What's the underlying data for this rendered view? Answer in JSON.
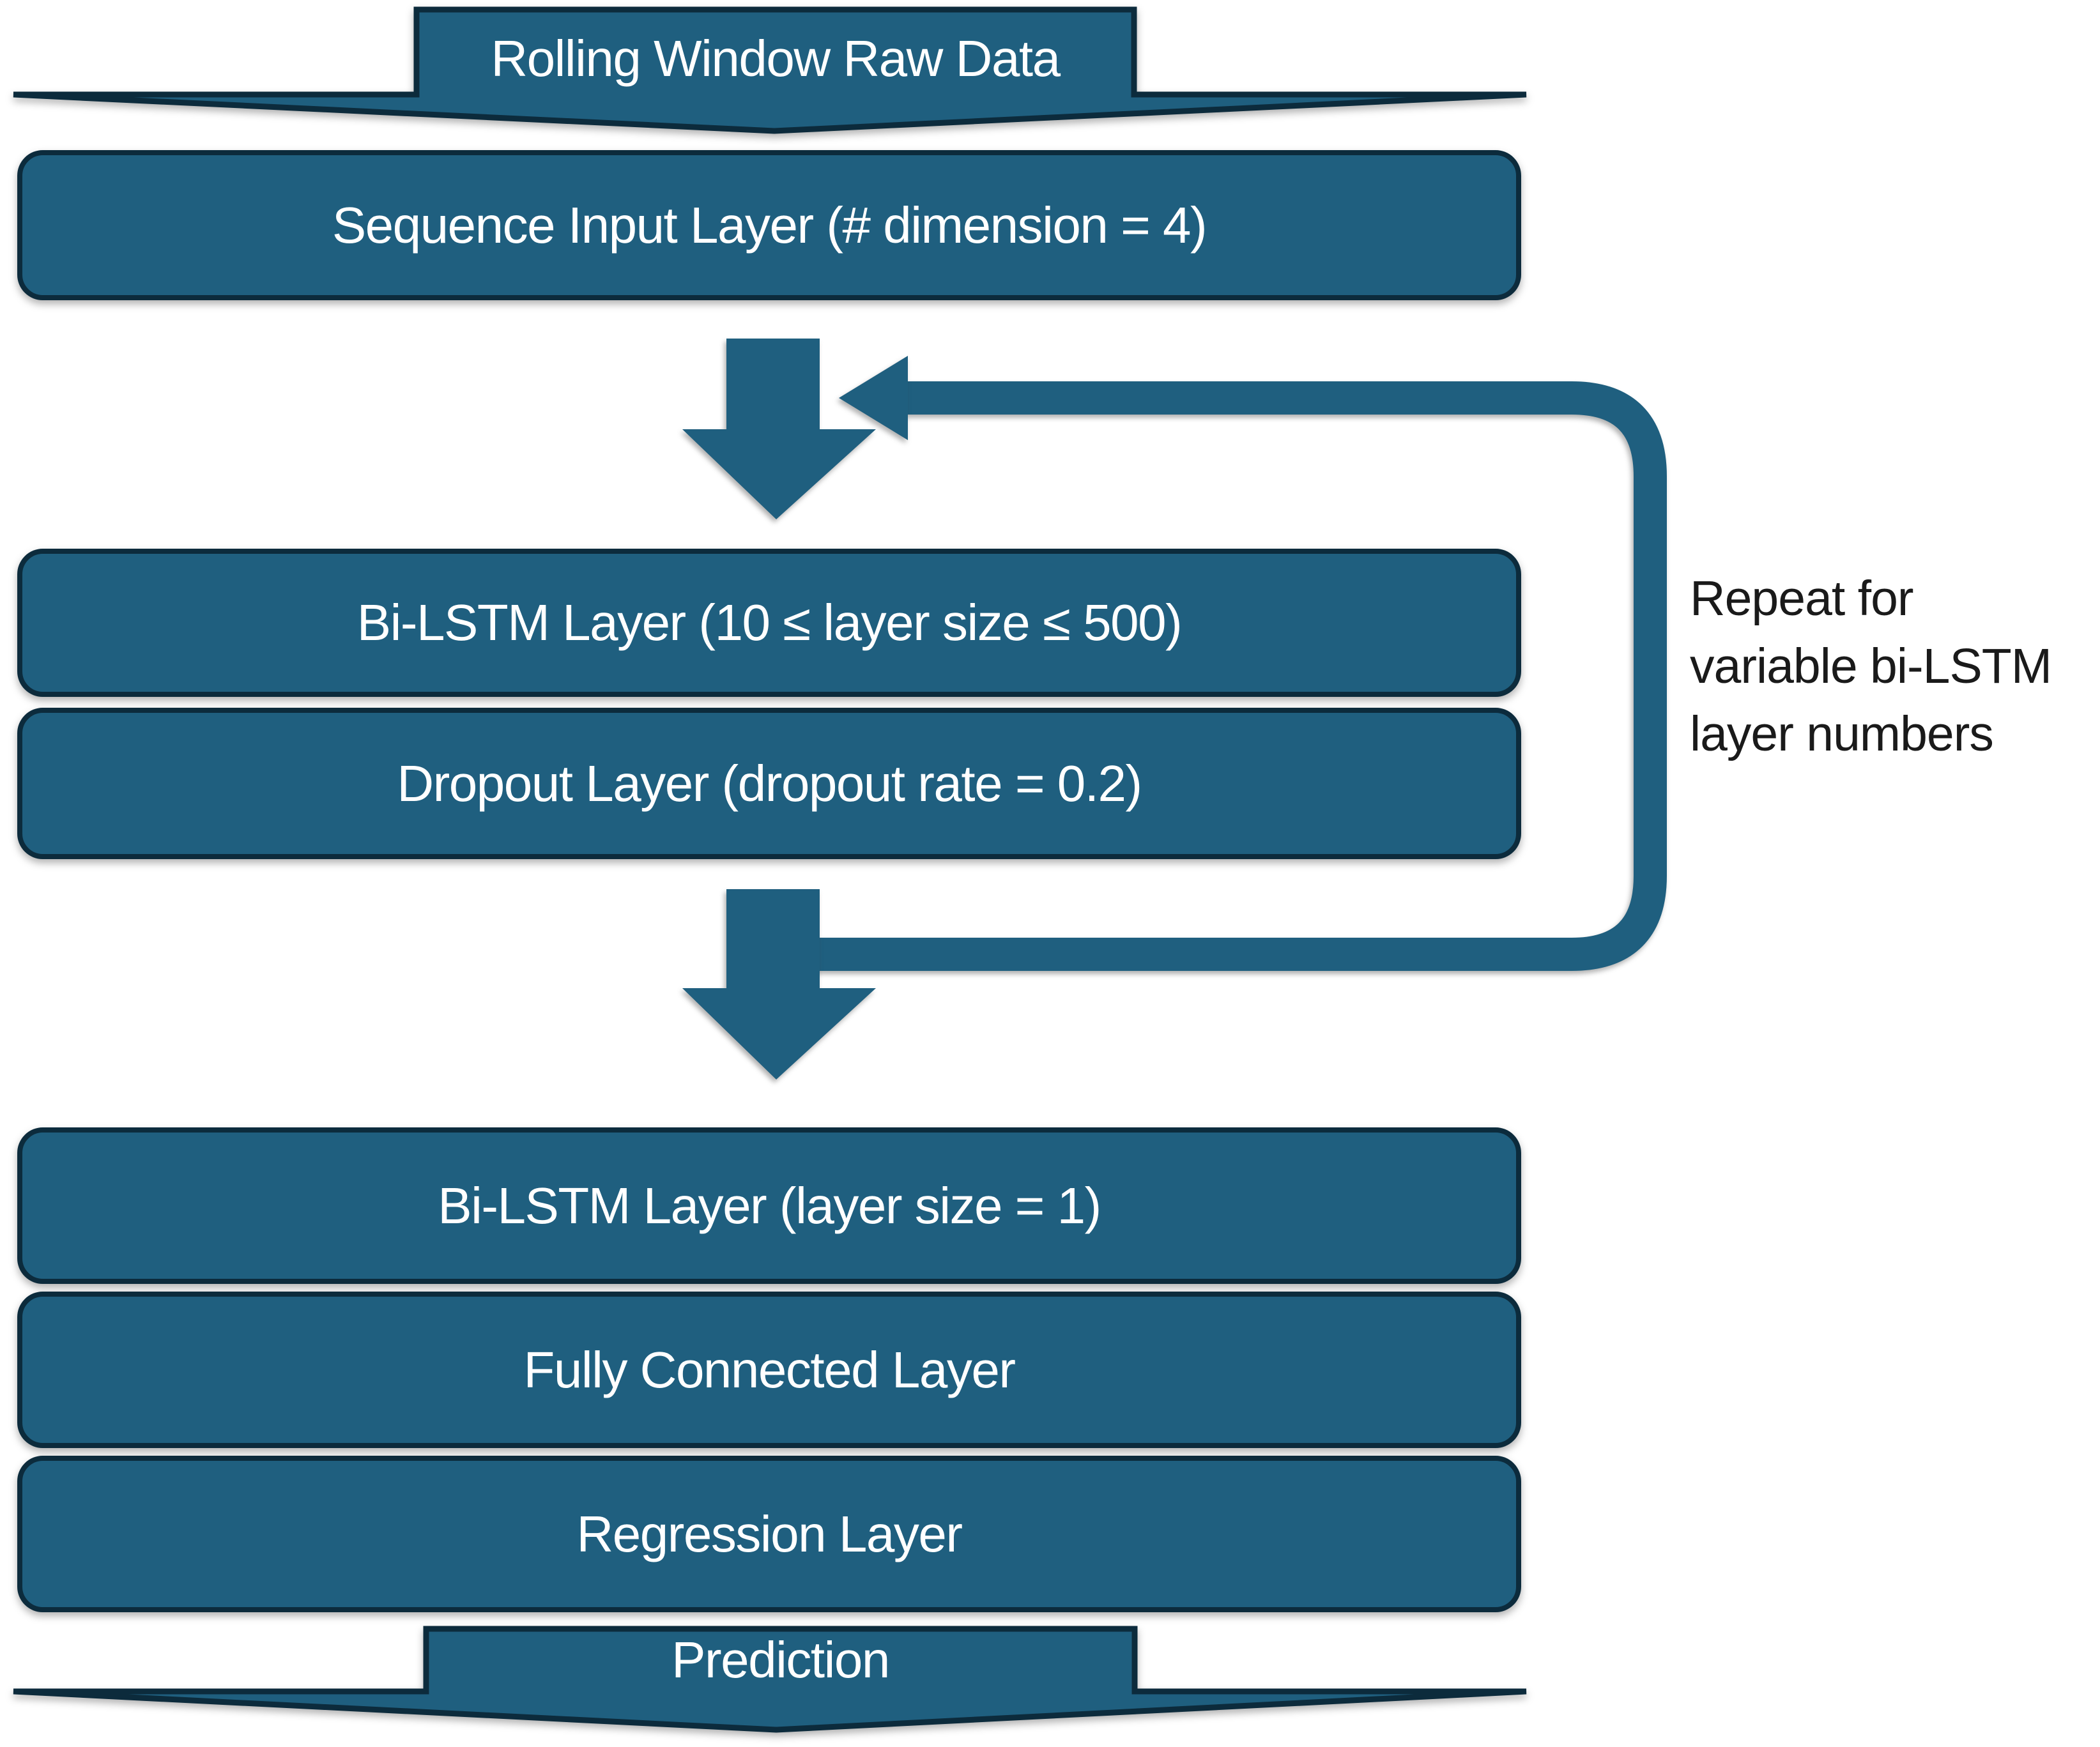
{
  "colors": {
    "shape_fill": "#1F5F7F",
    "shape_border": "#0C2B3C",
    "text_on_shape": "#FFFFFF",
    "annotation_text": "#1A1A1A",
    "background": "#FFFFFF"
  },
  "flow": {
    "input_banner": "Rolling Window Raw Data",
    "layers": [
      "Sequence Input Layer (# dimension = 4)",
      "Bi-LSTM Layer (10 ≤ layer size ≤ 500)",
      "Dropout Layer (dropout rate = 0.2)",
      "Bi-LSTM Layer (layer size = 1)",
      "Fully Connected Layer",
      "Regression Layer"
    ],
    "output_banner": "Prediction",
    "loop_note": "Repeat for\nvariable bi-LSTM\nlayer numbers"
  }
}
